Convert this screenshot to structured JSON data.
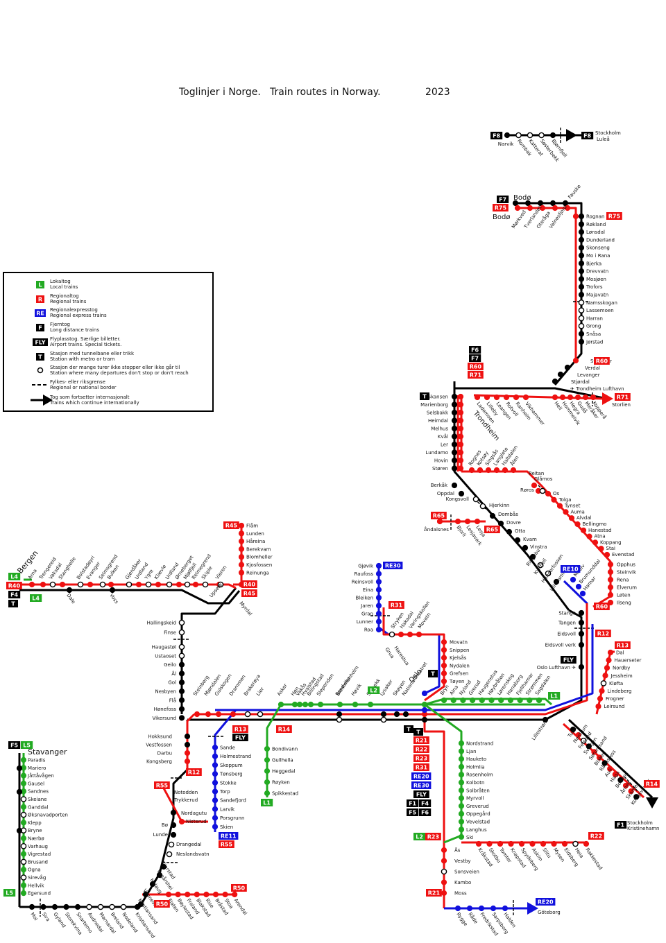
{
  "header": {
    "title_no": "Toglinjer i Norge.",
    "title_en": "Train routes in Norway.",
    "year": "2023"
  },
  "colors": {
    "local": "#22aa22",
    "regional": "#ee1111",
    "regional_express": "#1111dd",
    "long_distance": "#000000",
    "airport": "#000000"
  },
  "legend": {
    "items": [
      {
        "badge": "L",
        "no": "Lokaltog",
        "en": "Local trains",
        "color": "#22aa22"
      },
      {
        "badge": "R",
        "no": "Regionaltog",
        "en": "Regional trains",
        "color": "#ee1111"
      },
      {
        "badge": "RE",
        "no": "Regionalexpresstog",
        "en": "Regional express trains",
        "color": "#1111dd"
      },
      {
        "badge": "F",
        "no": "Fjerntog",
        "en": "Long distance trains",
        "color": "#000000"
      },
      {
        "badge": "FLY",
        "no": "Flyplasstog. Særlige billetter.",
        "en": "Airport trains. Special tickets.",
        "color": "#000000"
      },
      {
        "badge": "T",
        "no": "Stasjon med tunnelbane eller trikk",
        "en": "Station with metro or tram",
        "color": "#000000"
      },
      {
        "badge": "",
        "no": "Stasjon der mange turer ikke stopper eller ikke går til",
        "en": "Station where many departures don't stop or don't reach",
        "color": ""
      },
      {
        "badge": "",
        "no": "Fylkes- eller riksgrense",
        "en": "Regional or national border",
        "color": ""
      },
      {
        "badge": "",
        "no": "Tog som fortsetter internasjonalt",
        "en": "Trains which continue internationally",
        "color": ""
      }
    ]
  },
  "route_badges": {
    "f8": "F8",
    "f7": "F7",
    "f6": "F6",
    "f5": "F5",
    "f4": "F4",
    "f1": "F1",
    "r75": "R75",
    "r71": "R71",
    "r65": "R65",
    "r60": "R60",
    "r55": "R55",
    "r50": "R50",
    "r45": "R45",
    "r40": "R40",
    "r31": "R31",
    "r23": "R23",
    "r22": "R22",
    "r21": "R21",
    "r14": "R14",
    "r13": "R13",
    "r12": "R12",
    "re30": "RE30",
    "re20": "RE20",
    "re11": "RE11",
    "re10": "RE10",
    "l1": "L1",
    "l2": "L2",
    "l4": "L4",
    "l5": "L5",
    "fly": "FLY",
    "t": "T"
  },
  "cities": {
    "bodo": "Bodø",
    "trondheim": "Trondheim",
    "oslo": "Oslo",
    "bergen": "Bergen",
    "stavanger": "Stavanger"
  },
  "terminals": {
    "stockholm_lulea": [
      "Stockholm",
      "Luleå"
    ],
    "storlien": "Storlien",
    "stockholm_kristinehamn": [
      "Stockholm",
      "Kristinehamn"
    ],
    "goteborg": "Göteborg"
  },
  "stations": {
    "ofoten": [
      "Narvik",
      "Rombak",
      "Katterat",
      "Søsterbekk",
      "Bjørnfjell"
    ],
    "nordland_top": [
      "Mørkved",
      "Tverlandet",
      "Oteråga",
      "Valnesfjord",
      "Fauske"
    ],
    "nordland": [
      "Rognan",
      "Røkland",
      "Lønsdal",
      "Dunderland",
      "Skonseng",
      "Mo i Rana",
      "Bjerka",
      "Drevvatn",
      "Mosjøen",
      "Trofors",
      "Majavatn",
      "Namsskogan",
      "Lassemoen",
      "Harran",
      "Grong",
      "Snåsa",
      "Jørstad",
      "Steinkjer",
      "Verdal",
      "Levanger",
      "Stjørdal",
      "Trondheim Lufthavn"
    ],
    "meraker": [
      "Hell",
      "Hommelvik",
      "Hegra",
      "Gudå",
      "Meråker",
      "Kopperå"
    ],
    "trondheim_west": [
      "Skansen",
      "Marienborg",
      "Selsbakk",
      "Heimdal",
      "Melhus",
      "Kvål",
      "Ler",
      "Lundamo",
      "Hovin",
      "Støren"
    ],
    "trondheim_east": [
      "Lademoen",
      "Lilleby",
      "Leangen",
      "Rotvoll",
      "Ranheim",
      "Vikhammer"
    ],
    "rorosbanen": [
      "Rognes",
      "Kotsøy",
      "Singsås",
      "Langlete",
      "Haltdalen",
      "Ålen",
      "Reitan",
      "Glåmos",
      "Røros",
      "Os",
      "Tolga",
      "Tynset",
      "Auma",
      "Alvdal",
      "Bellingmo",
      "Hanestad",
      "Atna",
      "Koppang",
      "Stai",
      "Evenstad",
      "Opphus",
      "Steinvik",
      "Rena",
      "Elverum",
      "Løten",
      "Ilseng"
    ],
    "dovrebanen": [
      "Berkåk",
      "Oppdal",
      "Kongsvoll",
      "Hjerkinn",
      "Dombås",
      "Dovre",
      "Otta",
      "Kvam",
      "Vinstra",
      "Ringebu",
      "Kvitfjell",
      "Hunderfossen",
      "Lillehammer",
      "Moelv",
      "Brumunddal",
      "Hamar",
      "Stange",
      "Tangen",
      "Eidsvoll",
      "Eidsvoll verk",
      "Oslo Lufthavn"
    ],
    "raumabanen": [
      "Åndalsnes",
      "Bjorli",
      "Lesjaverk",
      "Lesja"
    ],
    "gjovikbanen": [
      "Gjøvik",
      "Raufoss",
      "Reinsvoll",
      "Eina",
      "Bleiken",
      "Jaren",
      "Gran",
      "Lunner",
      "Roa",
      "Grua",
      "Harestua",
      "Stryken",
      "Hakadal",
      "Varingskollen",
      "Movatn",
      "Snippen",
      "Kjelsås",
      "Nydalen",
      "Grefsen",
      "Tøyen"
    ],
    "hovedbanen": [
      "Bryn",
      "Alna",
      "Nyland",
      "Grorud",
      "Haugenstua",
      "Høybråten",
      "Lørenskog",
      "Hanaborg",
      "Fjellhamar",
      "Strømmen",
      "Sagdalen",
      "Lillestrøm"
    ],
    "kongsvinger": [
      "Tuen",
      "Nerdrum",
      "Fetsund",
      "Svingen",
      "Sørumsand",
      "Blaker",
      "Rånåsfoss",
      "Auli",
      "Haga",
      "Bodung",
      "Årnes",
      "Skarnes",
      "Kongsvinger"
    ],
    "r13": [
      "Dal",
      "Hauerseter",
      "Nordby",
      "Jessheim",
      "Kløfta",
      "Lindeberg",
      "Frogner",
      "Leirsund"
    ],
    "west_oslo": [
      "Asker",
      "Høn",
      "Vakås",
      "Hvalstad",
      "Billingstad",
      "Slependen",
      "Blommenholm",
      "Høvik",
      "Stabekk",
      "Nationaltheatret",
      "Skøyen",
      "Lysaker",
      "Sandvika",
      "Lier",
      "Brakerøya",
      "Drammen",
      "Gulskogen",
      "Mjøndalen",
      "Steinberg"
    ],
    "spikkestad": [
      "Bondivann",
      "Gullhella",
      "Heggedal",
      "Røyken",
      "Spikkestad"
    ],
    "vestfold": [
      "Sande",
      "Holmestrand",
      "Skoppum",
      "Tønsberg",
      "Stokke",
      "Torp",
      "Sandefjord",
      "Larvik",
      "Porsgrunn",
      "Skien"
    ],
    "ostfold": [
      "Nordstrand",
      "Ljan",
      "Hauketo",
      "Holmlia",
      "Rosenholm",
      "Kolbotn",
      "Solbråten",
      "Myrvoll",
      "Greverud",
      "Oppegård",
      "Vevelstad",
      "Langhus",
      "Ski",
      "Ås",
      "Vestby",
      "Sonsveien",
      "Kambo",
      "Moss",
      "Rygge",
      "Råde",
      "Fredrikstad",
      "Sarpsborg",
      "Halden"
    ],
    "ostre_linje": [
      "Kråkstad",
      "Skotbu",
      "Tomter",
      "Knapstad",
      "Spydeberg",
      "Askim",
      "Slitu",
      "Mysen",
      "Eidsberg",
      "Heia",
      "Rakkestad"
    ],
    "randsfjord": [
      "Hokksund",
      "Vestfossen",
      "Darbu",
      "Kongsberg",
      "Notodden",
      "Trykkerud",
      "Nordagutu",
      "Nisterud",
      "Bø",
      "Lunde",
      "Drangedal",
      "Neslandsvatn",
      "Gjerstad",
      "Vegårshei",
      "Nelaug",
      "Vennesla",
      "Kristiansand"
    ],
    "sorlandsbanen": [
      "Moi",
      "Sira",
      "Gyland",
      "Storekvina",
      "Snartemo",
      "Audnedal",
      "Marnardal",
      "Breland",
      "Nodeland"
    ],
    "arendal": [
      "Flaten",
      "Bøylestad",
      "Froland",
      "Blakstad",
      "Rise",
      "Bråstad",
      "Stoa",
      "Arendal"
    ],
    "bergensbanen": [
      "Arna",
      "Trengereid",
      "Vaksdal",
      "Stanghelle",
      "Bolstadøyri",
      "Evanger",
      "Seimsgrend",
      "Bulken",
      "Dale",
      "Voss",
      "Gjerdåker",
      "Urdland",
      "Ygre",
      "Klævle",
      "Urdland",
      "Ørneberget",
      "Mjølfjell",
      "Reimegrend",
      "Skiple",
      "Vieren",
      "Upsete",
      "Myrdal"
    ],
    "flam": [
      "Flåm",
      "Lunden",
      "Håreina",
      "Berekvam",
      "Blomheller",
      "Kjosfossen",
      "Reinunga"
    ],
    "bergen_east": [
      "Hallingskeid",
      "Finse",
      "Haugastøl",
      "Ustaoset",
      "Geilo",
      "Ål",
      "Gol",
      "Nesbyen",
      "Flå",
      "Hønefoss",
      "Vikersund"
    ],
    "jaeren": [
      "Paradis",
      "Mariero",
      "Jåttåvågen",
      "Gausel",
      "Sandnes",
      "Skeiane",
      "Ganddal",
      "Øksnavadporten",
      "Klepp",
      "Bryne",
      "Nærbø",
      "Varhaug",
      "Vigrestad",
      "Brusand",
      "Ogna",
      "Sirevåg",
      "Hellvik",
      "Egersund"
    ]
  }
}
